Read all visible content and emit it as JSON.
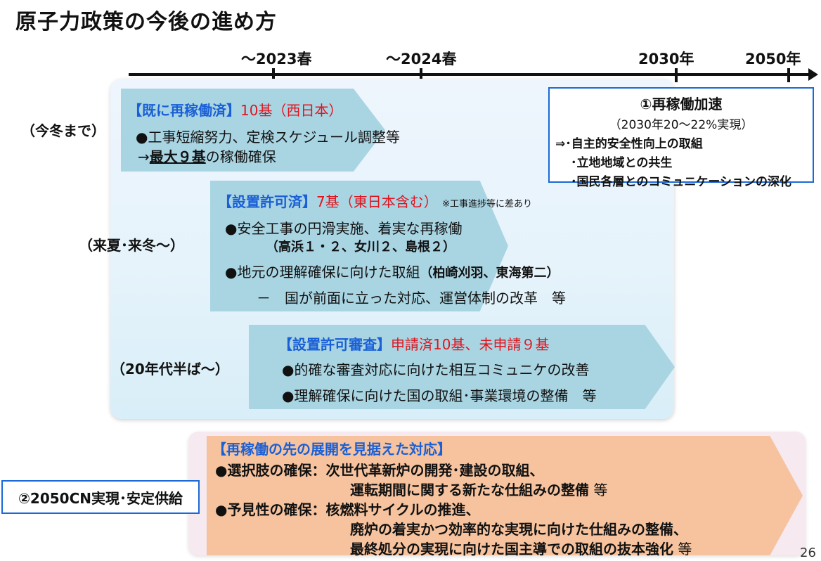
{
  "title": "原子力政策の今後の進め方",
  "timeline": {
    "labels": [
      "～2023春",
      "～2024春",
      "2030年",
      "2050年"
    ]
  },
  "side_labels": {
    "s1": "（今冬まで）",
    "s2": "（来夏･来冬～）",
    "s3": "（20年代半ば～）"
  },
  "arrow1": {
    "bracket": "【既に再稼働済】",
    "red": "10基（西日本）",
    "line1": "●工事短縮努力、定検スケジュール調整等",
    "line2_pre": "→",
    "line2_strong": "最大９基",
    "line2_post": "の稼働確保"
  },
  "arrow2": {
    "bracket": "【設置許可済】",
    "red": "7基（東日本含む）",
    "note": "※工事進捗等に差あり",
    "line1": "●安全工事の円滑実施、着実な再稼働",
    "line2": "（高浜１・２、女川２、島根２）",
    "line3_pre": "●地元の理解確保に向けた取組",
    "line3_bold": "（柏崎刈羽、東海第二）",
    "line4": "－　国が前面に立った対応、運営体制の改革　等"
  },
  "arrow3": {
    "bracket": "【設置許可審査】",
    "red": "申請済10基、未申請９基",
    "line1": "●的確な審査対応に向けた相互コミュニケの改善",
    "line2": "●理解確保に向けた国の取組･事業環境の整備　等"
  },
  "box1": {
    "title": "①再稼働加速",
    "sub": "（2030年20～22%実現）",
    "item1": "⇒･自主的安全性向上の取組",
    "item2": "･立地地域との共生",
    "item3": "･国民各層とのコミュニケーションの深化"
  },
  "bottom": {
    "bracket": "【再稼働の先の展開を見据えた対応】",
    "line1": "●選択肢の確保：次世代革新炉の開発･建設の取組、",
    "line2": "運転期間に関する新たな仕組みの整備",
    "line2_suffix": "等",
    "line3": "●予見性の確保：核燃料サイクルの推進、",
    "line4": "廃炉の着実かつ効率的な実現に向けた仕組みの整備、",
    "line5": "最終処分の実現に向けた国主導での取組の抜本強化",
    "line5_suffix": "等"
  },
  "box2": {
    "label": "②2050CN実現･安定供給"
  },
  "page_number": "26"
}
